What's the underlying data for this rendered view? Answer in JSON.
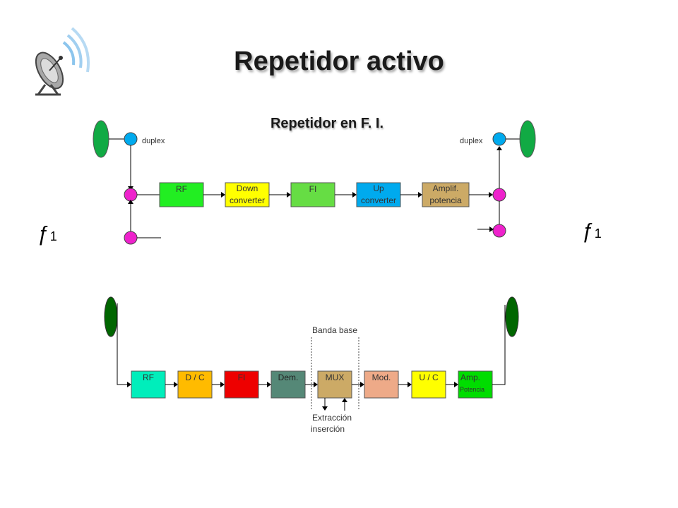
{
  "slide": {
    "title": "Repetidor activo",
    "subtitle": "Repetidor en  F. I."
  },
  "top_diagram": {
    "duplex_left": "duplex",
    "duplex_right": "duplex",
    "freq_left": "f1",
    "freq_right": "f1",
    "blocks": [
      {
        "line1": "RF",
        "line2": "",
        "color": "#22ee22"
      },
      {
        "line1": "Down",
        "line2": "converter",
        "color": "#ffff00"
      },
      {
        "line1": "FI",
        "line2": "",
        "color": "#66dd44"
      },
      {
        "line1": "Up",
        "line2": "converter",
        "color": "#00aaee"
      },
      {
        "line1": "Amplif.",
        "line2": "potencia",
        "color": "#ccaa66"
      }
    ]
  },
  "bottom_diagram": {
    "banda_base": "Banda base",
    "extraccion": "Extracción",
    "insercion": "inserción",
    "blocks": [
      {
        "line1": "RF",
        "line2": "",
        "color": "#00eebb"
      },
      {
        "line1": "D / C",
        "line2": "",
        "color": "#ffbb00"
      },
      {
        "line1": "FI",
        "line2": "",
        "color": "#ee0000"
      },
      {
        "line1": "Dem.",
        "line2": "",
        "color": "#558877"
      },
      {
        "line1": "MUX",
        "line2": "",
        "color": "#ccaa66"
      },
      {
        "line1": "Mod.",
        "line2": "",
        "color": "#eeaa88"
      },
      {
        "line1": "U / C",
        "line2": "",
        "color": "#ffff00"
      },
      {
        "line1": "Amp.",
        "line2": "Potencia",
        "color": "#00dd00"
      }
    ]
  },
  "colors": {
    "antenna_top": "#11aa44",
    "antenna_bottom": "#006600",
    "circulator": "#00aaee",
    "node": "#ee22cc"
  }
}
